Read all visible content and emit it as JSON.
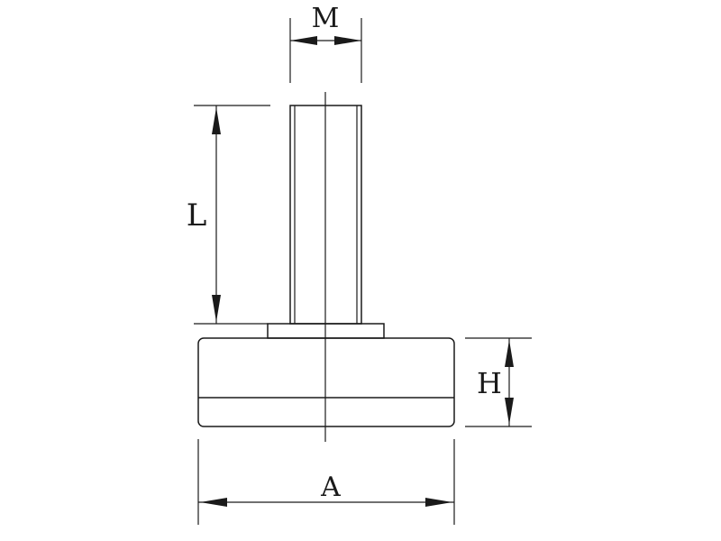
{
  "diagram": {
    "dimensions": {
      "M": "M",
      "L": "L",
      "H": "H",
      "A": "A"
    }
  }
}
